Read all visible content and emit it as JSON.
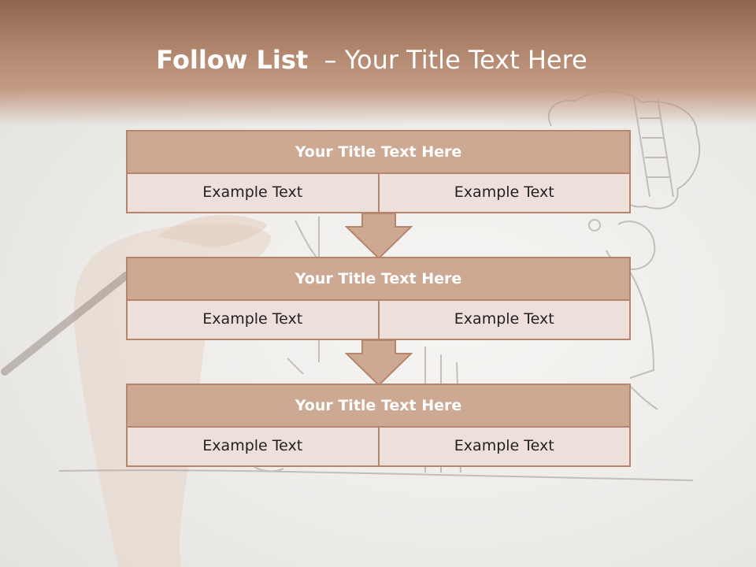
{
  "slide": {
    "title_bold": "Follow List",
    "title_rest": "  – Your Title Text Here"
  },
  "blocks": [
    {
      "title": "Your Title Text Here",
      "left": "Example Text",
      "right": "Example Text"
    },
    {
      "title": "Your Title Text Here",
      "left": "Example Text",
      "right": "Example Text"
    },
    {
      "title": "Your Title Text Here",
      "left": "Example Text",
      "right": "Example Text"
    }
  ],
  "colors": {
    "header_brown": "#8f6652",
    "block_title_fill": "#cda994",
    "block_cell_fill": "#eddfd9",
    "block_border": "#b5866d"
  }
}
